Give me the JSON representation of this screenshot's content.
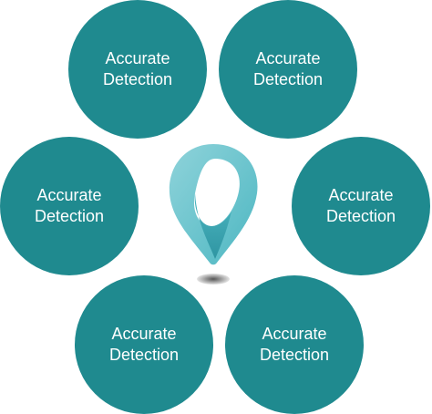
{
  "colors": {
    "circle_fill": "#1f8a8f",
    "text": "#ffffff",
    "pin_light": "#8fd3da",
    "pin_mid": "#4db7c2",
    "pin_dark": "#2f95a2",
    "pin_shadow": "#555555"
  },
  "circles": [
    {
      "label": "Accurate\nDetection"
    },
    {
      "label": "Accurate\nDetection"
    },
    {
      "label": "Accurate\nDetection"
    },
    {
      "label": "Accurate\nDetection"
    },
    {
      "label": "Accurate\nDetection"
    },
    {
      "label": "Accurate\nDetection"
    }
  ],
  "center_icon": "location-pin-icon"
}
